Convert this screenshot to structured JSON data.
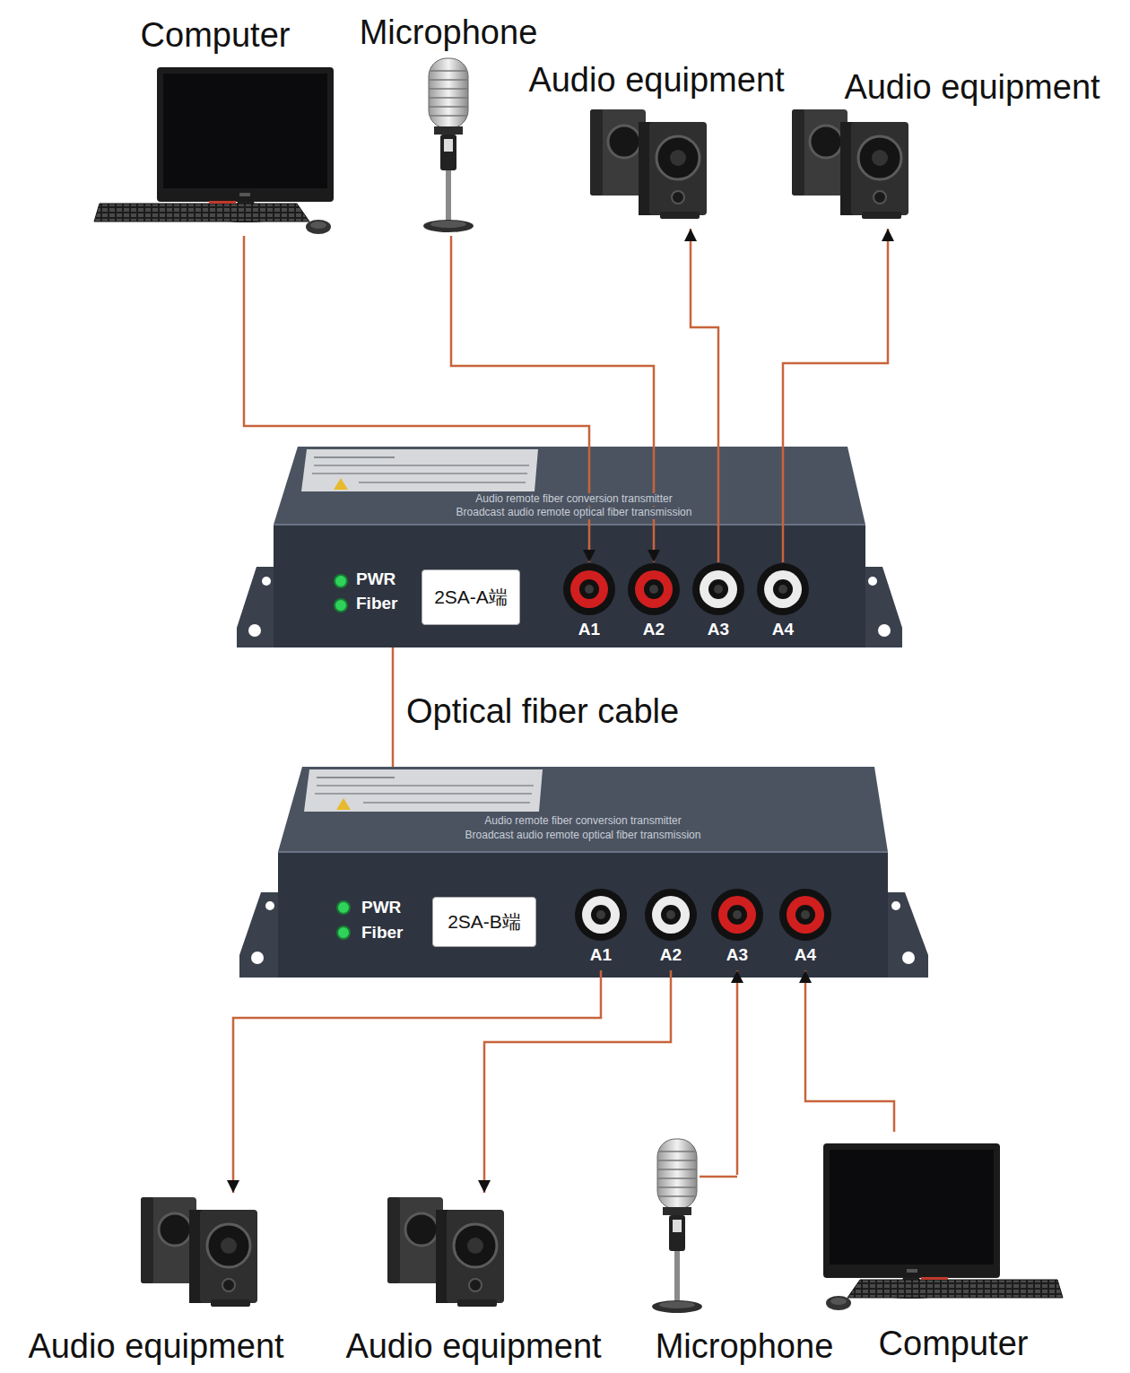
{
  "diagram": {
    "nodes": [
      {
        "text": [
          "Computer"
        ]
      },
      {
        "text": [
          "Microphone"
        ]
      },
      {
        "text": [
          "Audio equipment"
        ]
      },
      {
        "text": [
          "Audio equipment"
        ]
      },
      {
        "text": [
          "Audio remote fiber conversion transmitter",
          "Broadcast audio remote optical fiber transmission",
          "PWR",
          "Fiber"
        ]
      },
      {
        "text": [
          "2SA-A端"
        ],
        "in": 4
      },
      {
        "text": [
          "A1"
        ],
        "in": 4
      },
      {
        "text": [
          "A2"
        ],
        "in": 4
      },
      {
        "text": [
          "A3"
        ],
        "in": 4
      },
      {
        "text": [
          "A4"
        ],
        "in": 4
      },
      {
        "text": [
          "Audio remote fiber conversion transmitter",
          "Broadcast audio remote optical fiber transmission",
          "PWR",
          "Fiber"
        ]
      },
      {
        "text": [
          "2SA-B端"
        ],
        "in": 10
      },
      {
        "text": [
          "A1"
        ],
        "in": 10
      },
      {
        "text": [
          "A2"
        ],
        "in": 10
      },
      {
        "text": [
          "A3"
        ],
        "in": 10
      },
      {
        "text": [
          "A4"
        ],
        "in": 10
      },
      {
        "text": [
          "Audio equipment"
        ]
      },
      {
        "text": [
          "Audio equipment"
        ]
      },
      {
        "text": [
          "Microphone"
        ]
      },
      {
        "text": [
          "Computer"
        ]
      }
    ],
    "edges": [
      {
        "from": 0,
        "to": 6,
        "arrow": "to"
      },
      {
        "from": 1,
        "to": 7,
        "arrow": "to"
      },
      {
        "from": 8,
        "to": 2,
        "arrow": "to"
      },
      {
        "from": 9,
        "to": 3,
        "arrow": "to"
      },
      {
        "from": 4,
        "to": 10,
        "label": "Optical fiber cable",
        "arrow": "none"
      },
      {
        "from": 12,
        "to": 16,
        "arrow": "to"
      },
      {
        "from": 13,
        "to": 17,
        "arrow": "to"
      },
      {
        "from": 18,
        "to": 14,
        "arrow": "to"
      },
      {
        "from": 19,
        "to": 15,
        "arrow": "to"
      }
    ]
  }
}
